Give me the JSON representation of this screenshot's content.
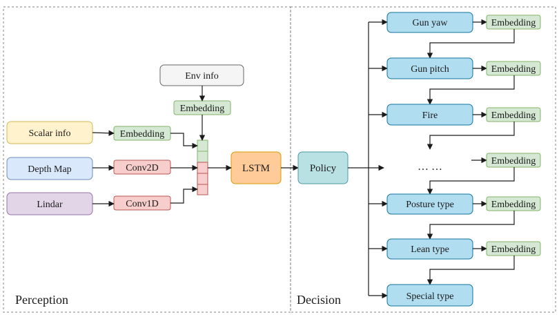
{
  "regions": {
    "perception": "Perception",
    "decision": "Decision"
  },
  "colors": {
    "yellow_fill": "#fff2cc",
    "yellow_stroke": "#d6b656",
    "blue_fill": "#dae8fc",
    "blue_stroke": "#6c8ebf",
    "purple_fill": "#e1d5e7",
    "purple_stroke": "#9673a6",
    "green_fill": "#d5e8d4",
    "green_stroke": "#82b366",
    "red_fill": "#f8cecc",
    "red_stroke": "#b85450",
    "gray_fill": "#f5f5f5",
    "gray_stroke": "#666666",
    "orange_fill": "#ffcc99",
    "orange_stroke": "#d79b00",
    "teal_fill": "#b9e0e3",
    "teal_stroke": "#4a9aa4",
    "sky_fill": "#b1ddf0",
    "sky_stroke": "#10739e"
  },
  "perception": {
    "env_info": "Env info",
    "env_embedding": "Embedding",
    "scalar_info": "Scalar info",
    "scalar_embedding": "Embedding",
    "depth_map": "Depth Map",
    "depth_conv": "Conv2D",
    "lidar": "Lindar",
    "lidar_conv": "Conv1D",
    "lstm": "LSTM"
  },
  "decision": {
    "policy": "Policy",
    "dots": "… …",
    "actions": [
      {
        "id": "gun-yaw",
        "label": "Gun yaw",
        "embedding": "Embedding"
      },
      {
        "id": "gun-pitch",
        "label": "Gun pitch",
        "embedding": "Embedding"
      },
      {
        "id": "fire",
        "label": "Fire",
        "embedding": "Embedding"
      },
      {
        "id": "ellipsis",
        "label": "",
        "embedding": "Embedding"
      },
      {
        "id": "posture-type",
        "label": "Posture type",
        "embedding": "Embedding"
      },
      {
        "id": "lean-type",
        "label": "Lean type",
        "embedding": "Embedding"
      },
      {
        "id": "special-type",
        "label": "Special type",
        "embedding": ""
      }
    ]
  }
}
